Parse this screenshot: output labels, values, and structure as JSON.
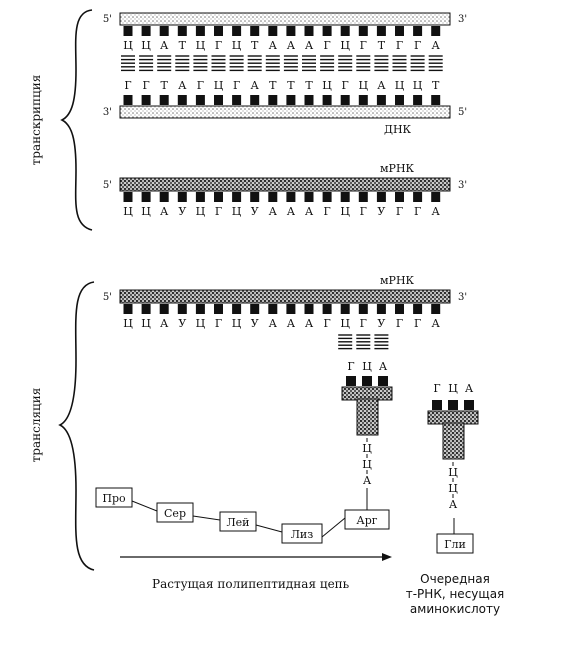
{
  "colors": {
    "ink": "#111111",
    "paper": "#ffffff",
    "stipple": "#555555"
  },
  "transcription": {
    "label": "транскрипция",
    "dna_top": {
      "end_left": "5'",
      "end_right": "3'",
      "bases": [
        "Ц",
        "Ц",
        "А",
        "Т",
        "Ц",
        "Г",
        "Ц",
        "Т",
        "А",
        "А",
        "А",
        "Г",
        "Ц",
        "Г",
        "Т",
        "Г",
        "Г",
        "А"
      ]
    },
    "dna_bottom": {
      "end_left": "3'",
      "end_right": "5'",
      "bases": [
        "Г",
        "Г",
        "Т",
        "А",
        "Г",
        "Ц",
        "Г",
        "А",
        "Т",
        "Т",
        "Т",
        "Ц",
        "Г",
        "Ц",
        "А",
        "Ц",
        "Ц",
        "Т"
      ]
    },
    "dna_label": "ДНК",
    "mrna_label": "мРНК",
    "mrna": {
      "end_left": "5'",
      "end_right": "3'",
      "bases": [
        "Ц",
        "Ц",
        "А",
        "У",
        "Ц",
        "Г",
        "Ц",
        "У",
        "А",
        "А",
        "А",
        "Г",
        "Ц",
        "Г",
        "У",
        "Г",
        "Г",
        "А"
      ]
    }
  },
  "translation": {
    "label": "трансляция",
    "mrna_label": "мРНК",
    "mrna": {
      "end_left": "5'",
      "end_right": "3'",
      "bases": [
        "Ц",
        "Ц",
        "А",
        "У",
        "Ц",
        "Г",
        "Ц",
        "У",
        "А",
        "А",
        "А",
        "Г",
        "Ц",
        "Г",
        "У",
        "Г",
        "Г",
        "А"
      ]
    },
    "trna_bound": {
      "anticodon": [
        "Г",
        "Ц",
        "А"
      ],
      "tail": [
        "Ц",
        "Ц",
        "А"
      ],
      "amino_acid": "Арг"
    },
    "trna_next": {
      "anticodon": [
        "Г",
        "Ц",
        "А"
      ],
      "tail": [
        "Ц",
        "Ц",
        "А"
      ],
      "amino_acid": "Гли"
    },
    "peptide": [
      "Про",
      "Сер",
      "Лей",
      "Лиз",
      "Арг"
    ],
    "growing_chain_label": "Растущая полипептидная цепь",
    "next_trna_caption": [
      "Очередная",
      "т-РНК, несущая",
      "аминокислоту"
    ]
  }
}
